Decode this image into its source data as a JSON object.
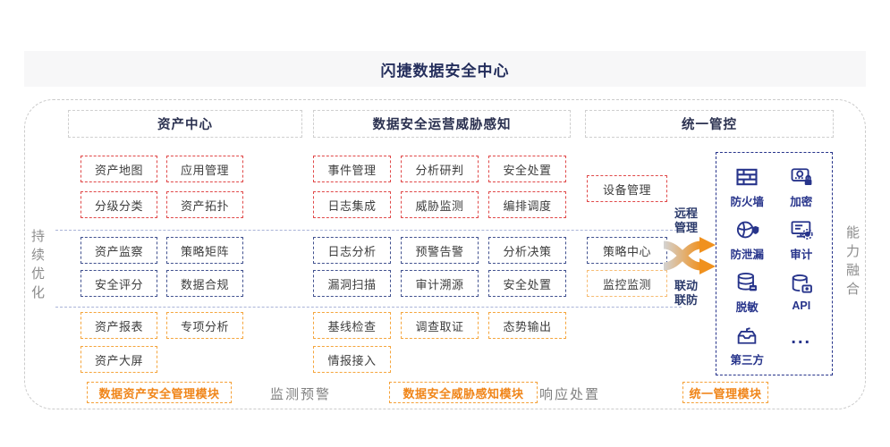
{
  "title": "闪捷数据安全中心",
  "side_labels": {
    "left": "持续优化",
    "right": "能力融合"
  },
  "section_headers": [
    "资产中心",
    "数据安全运营威胁感知",
    "统一管控"
  ],
  "asset": {
    "red": [
      "资产地图",
      "应用管理",
      "分级分类",
      "资产拓扑"
    ],
    "navy": [
      "资产监察",
      "策略矩阵",
      "安全评分",
      "数据合规"
    ],
    "orange": [
      "资产报表",
      "专项分析",
      "资产大屏"
    ],
    "module_label": "数据资产安全管理模块"
  },
  "ops": {
    "red": [
      "事件管理",
      "分析研判",
      "安全处置",
      "日志集成",
      "威胁监测",
      "编排调度"
    ],
    "navy": [
      "日志分析",
      "预警告警",
      "分析决策",
      "漏洞扫描",
      "审计溯源",
      "安全处置"
    ],
    "orange": [
      "基线检查",
      "调查取证",
      "态势输出",
      "情报接入"
    ],
    "module_label": "数据安全威胁感知模块"
  },
  "unified": {
    "red": [
      "设备管理"
    ],
    "navy": [
      "策略中心"
    ],
    "orange": [
      "监控监测"
    ],
    "arrow_labels": {
      "top": "远程管理",
      "bottom": "联动联防"
    },
    "module_label": "统一管理模块"
  },
  "capabilities": {
    "items": [
      {
        "label": "防火墙",
        "icon": "firewall-icon"
      },
      {
        "label": "加密",
        "icon": "encryption-icon"
      },
      {
        "label": "防泄漏",
        "icon": "leak-prevention-icon"
      },
      {
        "label": "审计",
        "icon": "audit-icon"
      },
      {
        "label": "脱敏",
        "icon": "masking-icon"
      },
      {
        "label": "API",
        "icon": "api-icon"
      },
      {
        "label": "第三方",
        "icon": "third-party-icon"
      },
      {
        "label": "...",
        "icon": "more-icon"
      }
    ]
  },
  "bottom_flow": {
    "left": "监测预警",
    "right": "响应处置"
  },
  "colors": {
    "navy": "#27348b",
    "red": "#e04848",
    "slate": "#41518f",
    "orange": "#f08519",
    "gray": "#8c8c8c",
    "bar_bg": "#f7f7f8"
  }
}
